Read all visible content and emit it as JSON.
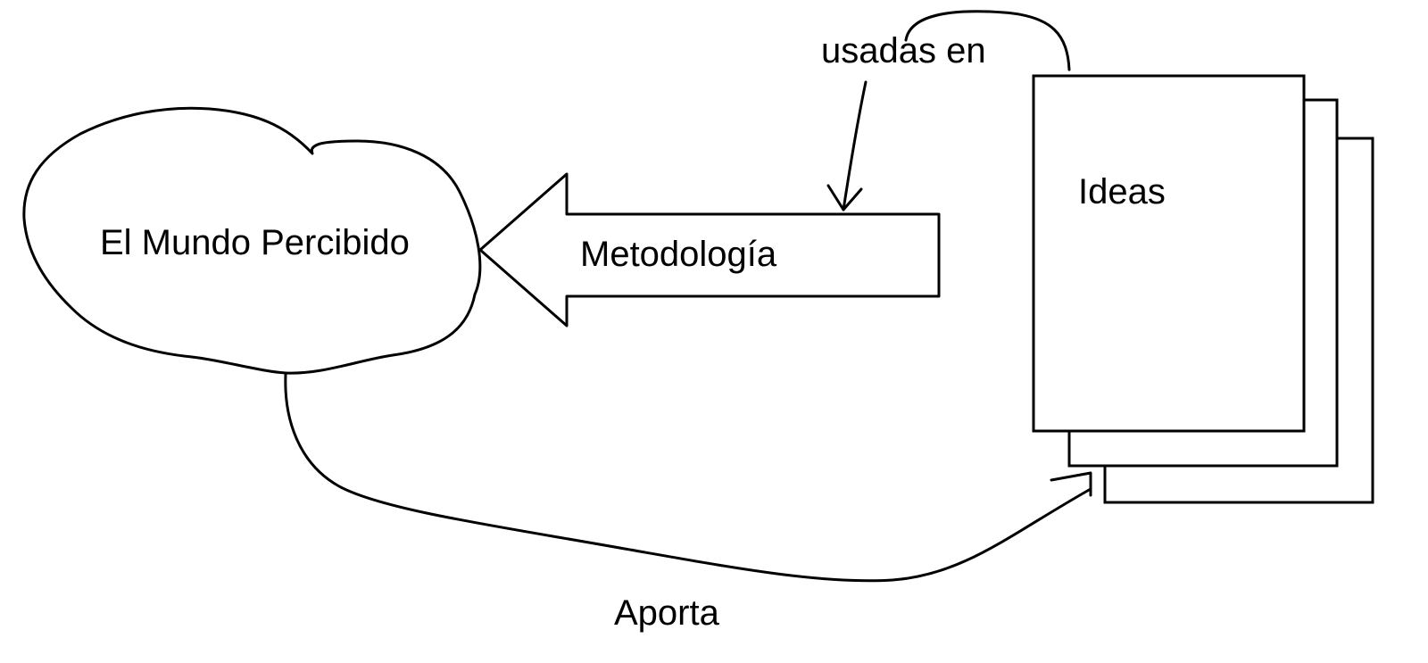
{
  "diagram": {
    "cloud_label": "El Mundo Percibido",
    "arrow_label": "Metodología",
    "ideas_label": "Ideas",
    "top_connector_label": "usadas en",
    "bottom_connector_label": "Aporta"
  }
}
